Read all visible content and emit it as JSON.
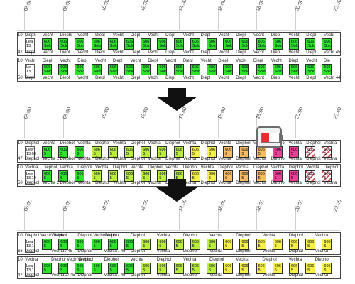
{
  "panel1": {
    "times": [
      "06:00",
      "08:00",
      "10:00",
      "12:00",
      "14:00",
      "16:00",
      "18:00",
      "20:00",
      "22:00"
    ],
    "track1": {
      "top_labels": [
        "10",
        "Dieph",
        "Vecht",
        "Diephi",
        "Vecht",
        "Diepl",
        "Vecht",
        "Diepl",
        "Vecht",
        "Diepl",
        "Vecht",
        "Diepl",
        "Vecht",
        "Diepl",
        "Vecht",
        "Diepl",
        "Vecht",
        "Diepl",
        "Vechi"
      ],
      "bottom_labels": [
        "47",
        "Diepl",
        "Vecht",
        "Diepl",
        "Vecht",
        "Diepl",
        "Vecht",
        "Diepl",
        "Vecht",
        "Diepl",
        "Vecht",
        "Diepl",
        "Vecht",
        "Diepl",
        "Vecht",
        "Diepl",
        "Vecht",
        "Diepl",
        "Vecht 45"
      ],
      "left_box": [
        "Lea",
        "13,"
      ],
      "cells_text": [
        "606",
        "Solol"
      ]
    },
    "track2": {
      "top_labels": [
        "10",
        "Vecht",
        "Diepl",
        "Vecht",
        "Diepl",
        "Vecht",
        "Diepl",
        "Vecht",
        "Diepl",
        "Vecht",
        "Diepl",
        "Vecht",
        "Diepl",
        "Vecht",
        "Diepl",
        "Vecht",
        "Diepl",
        "Vecht",
        "Die"
      ],
      "bottom_labels": [
        "50",
        "Diepl",
        "Vecht",
        "Diepl",
        "Vecht",
        "Diepl",
        "Vecht",
        "Diepl",
        "Vecht",
        "Diepl",
        "Vecht",
        "Diepl",
        "Vecht",
        "Diepl",
        "Vecht",
        "Diepl",
        "Vecht",
        "Diepl",
        "Vecht 44"
      ],
      "left_box": [
        "Le",
        "13,"
      ],
      "cells_text": [
        "606",
        "Solol"
      ]
    }
  },
  "panel2": {
    "times": [
      "06:00",
      "08:00",
      "10:00",
      "12:00",
      "14:00",
      "16:00",
      "18:00",
      "20:00",
      "22:00"
    ],
    "track1": {
      "top_labels": [
        "10",
        "Diephol",
        "Vechta",
        "Diephol",
        "Vechta",
        "Diephol",
        "Vechta",
        "Diephol",
        "Vechta",
        "Diephol",
        "Vechta",
        "Diephol",
        "Vechta",
        "Diephol",
        "Vechta",
        "Diephol",
        "Vechta",
        "Diephol",
        "Vechta"
      ],
      "bottom_labels": [
        "47",
        "Diephol",
        "Vechta 1",
        "Diephol",
        "Vechta",
        "Diephol",
        "Vechta",
        "Diephol",
        "Vechta",
        "Diephol",
        "Vechta",
        "Diephol",
        "Vechta",
        "Diephol",
        "Vechta",
        "Diephol",
        "Vechta",
        "Diephol",
        "Vechta"
      ],
      "left_box": [
        "Leer",
        "13,08"
      ],
      "cells_text": [
        "606",
        "5"
      ]
    },
    "track2": {
      "top_labels": [
        "10",
        "Vechta",
        "Diephol",
        "Vechta",
        "Diephol",
        "Vechta",
        "Diephol",
        "Vechta",
        "Diephol",
        "Vechta",
        "Diephol",
        "Vechta",
        "Diephol",
        "Vechta",
        "Diephol",
        "Vechta",
        "Diephol",
        "Vechta",
        "Diephol"
      ],
      "bottom_labels": [
        "50",
        "Diephol",
        "Vechta 2",
        "Diephol",
        "Vechta",
        "Diephol",
        "Vechta",
        "Diephol",
        "Vechta",
        "Diephol",
        "Vechta",
        "Diephol",
        "Vechta",
        "Diephol",
        "Vechta",
        "Diephol",
        "Vechta",
        "Diephol",
        "Vechta"
      ],
      "left_box": [
        "Leer",
        "13,19"
      ],
      "cells_text": [
        "606",
        "5"
      ]
    }
  },
  "panel3": {
    "times": [
      "06:00",
      "08:00",
      "10:00",
      "12:00",
      "14:00",
      "16:00",
      "18:00",
      "20:00",
      "22:00"
    ],
    "track1": {
      "top_labels": [
        "10",
        "Diephol Vecht Diephol",
        "Vechta",
        "Diephol Vecht Diephol",
        "Vechta",
        "Diephol",
        "Vechta",
        "Diephol",
        "Vechta",
        "Diephol",
        "Vechta",
        "Diephol",
        "Vechta"
      ],
      "bottom_labels": [
        "66",
        "Diephol",
        "Vechta / 45",
        "Diephol",
        "Vechta / 45",
        "Diephol",
        "Vechta",
        "Diephol",
        "Vechta",
        "Diephol",
        "Vechta",
        "Diephol",
        "Vechta"
      ],
      "left_box": [
        "Lea",
        "13,1"
      ],
      "cells_text": [
        "606",
        "5"
      ]
    },
    "track2": {
      "top_labels": [
        "10",
        "Vechta",
        "Diephol Vecht Diephol",
        "Vechta",
        "Diephol",
        "Vechta",
        "Diephol",
        "Vechta",
        "Diephol",
        "Vechta",
        "Diephol",
        "Vechta",
        "Diephol"
      ],
      "bottom_labels": [
        "47",
        "Diephol",
        "Vechta 2/ 45",
        "Diephol",
        "Vechta / 45",
        "Diephol",
        "Vechta",
        "Diephol",
        "Vechta",
        "Diephol",
        "Vechta",
        "Diephol",
        "Vechta"
      ],
      "left_box": [
        "Lea",
        "13,1"
      ],
      "cells_text": [
        "606",
        "5"
      ]
    }
  },
  "colors": {
    "green": "#2ee22a",
    "lime": "#b9ef3a",
    "yellow": "#f6f146",
    "orange": "#f7bc61",
    "pink": "#ef3f93",
    "gray": "#cfd6de",
    "blue": "#5a8cff"
  }
}
